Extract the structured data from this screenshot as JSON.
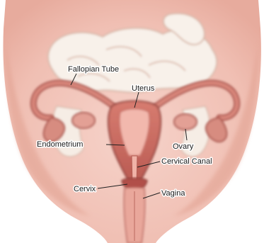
{
  "labels": {
    "fallopian_tube": "Fallopian Tube",
    "uterus": "Uterus",
    "endometrium": "Endometrium",
    "ovary": "Ovary",
    "cervical_canal": "Cervical Canal",
    "cervix": "Cervix",
    "vagina": "Vagina"
  },
  "colors": {
    "background": "#ffffff",
    "skin": "#f3c9bf",
    "skin_shadow": "#e9b3a6",
    "intestine": "#f6efe6",
    "organ": "#c96a60",
    "organ_dark": "#9e4a44",
    "lining": "#e79a8f",
    "label_text": "#1b1b1b"
  }
}
